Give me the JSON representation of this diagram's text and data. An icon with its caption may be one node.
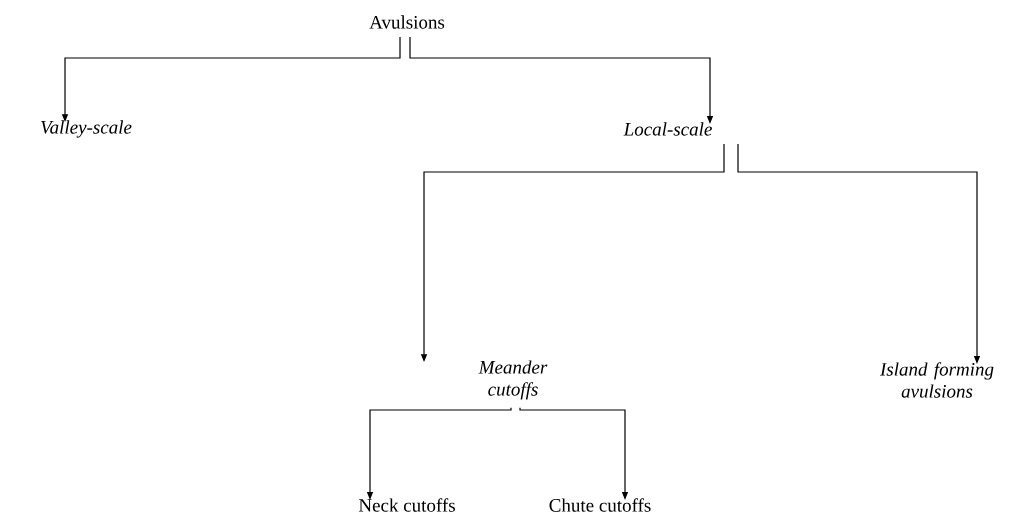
{
  "diagram": {
    "nodes": [
      {
        "text": [
          "Avulsions"
        ]
      },
      {
        "text": [
          "Valley-scale"
        ]
      },
      {
        "text": [
          "Local-scale"
        ]
      },
      {
        "text": [
          "Meander cutoffs"
        ]
      },
      {
        "text": [
          "Island forming avulsions"
        ]
      },
      {
        "text": [
          "Neck cutoffs"
        ]
      },
      {
        "text": [
          "Chute cutoffs"
        ]
      }
    ],
    "edges": [
      {
        "from": 0,
        "to": 1,
        "arrow": "to"
      },
      {
        "from": 0,
        "to": 2,
        "arrow": "to"
      },
      {
        "from": 2,
        "to": 3,
        "arrow": "to"
      },
      {
        "from": 2,
        "to": 4,
        "arrow": "to"
      },
      {
        "from": 3,
        "to": 5,
        "arrow": "to"
      },
      {
        "from": 3,
        "to": 6,
        "arrow": "to"
      }
    ]
  }
}
